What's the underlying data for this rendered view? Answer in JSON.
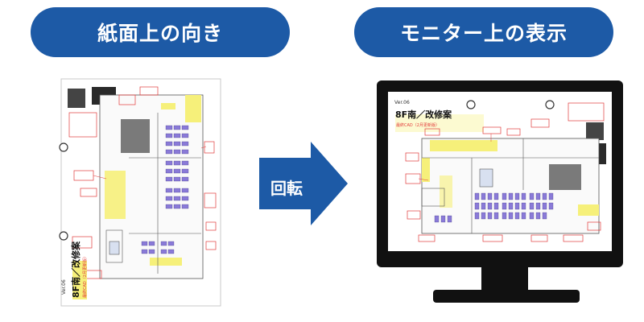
{
  "headers": {
    "left_label": "紙面上の向き",
    "right_label": "モニター上の表示"
  },
  "arrow": {
    "label": "回転"
  },
  "document": {
    "version": "Ver.06",
    "title": "8F南／改修案",
    "subtitle": "最終CAD（2月更新版）"
  },
  "colors": {
    "header_bg": "#1d5aa6",
    "arrow_bg": "#1d5aa6",
    "monitor_frame": "#111111",
    "highlight_yellow": "#f6f07a",
    "desk_purple": "#8a7ad8",
    "annotation_red": "#e23a3a"
  },
  "icons": {
    "rotate_arrow": "right-arrow-icon",
    "monitor": "monitor-icon"
  }
}
